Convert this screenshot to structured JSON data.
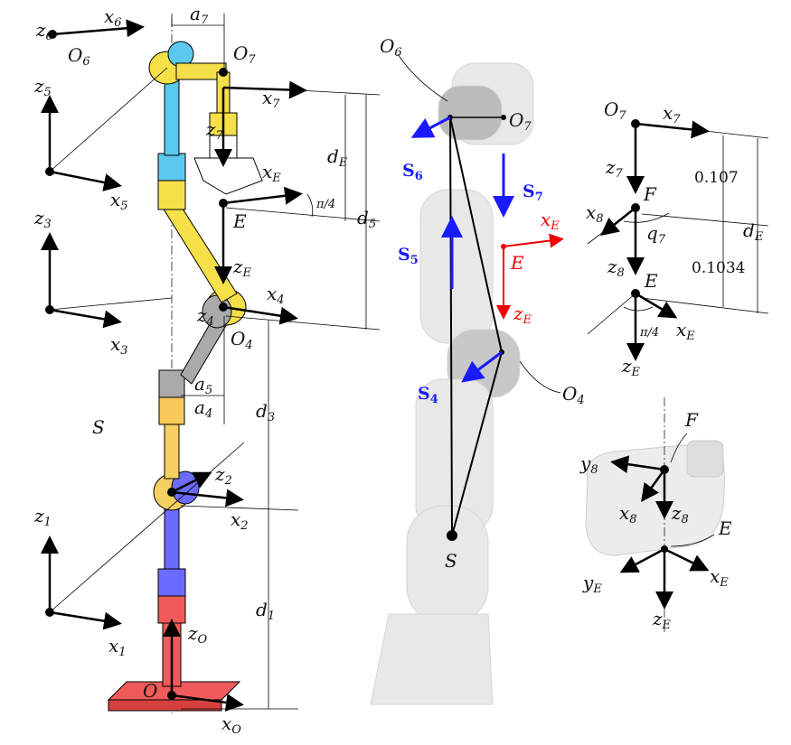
{
  "left": {
    "z6": {
      "b": "z",
      "s": "6"
    },
    "x6": {
      "b": "x",
      "s": "6"
    },
    "a7": {
      "b": "a",
      "s": "7"
    },
    "O6": {
      "b": "O",
      "s": "6"
    },
    "O7": {
      "b": "O",
      "s": "7"
    },
    "z5": {
      "b": "z",
      "s": "5"
    },
    "x7": {
      "b": "x",
      "s": "7"
    },
    "z7": {
      "b": "z",
      "s": "7"
    },
    "xE": {
      "b": "x",
      "s": "E"
    },
    "dE": {
      "b": "d",
      "s": "E"
    },
    "d5": {
      "b": "d",
      "s": "5"
    },
    "pi4": "π/4",
    "E": "E",
    "x5": {
      "b": "x",
      "s": "5"
    },
    "z3": {
      "b": "z",
      "s": "3"
    },
    "zE": {
      "b": "z",
      "s": "E"
    },
    "x4": {
      "b": "x",
      "s": "4"
    },
    "z4": {
      "b": "z",
      "s": "4"
    },
    "x3": {
      "b": "x",
      "s": "3"
    },
    "O4": {
      "b": "O",
      "s": "4"
    },
    "a5": {
      "b": "a",
      "s": "5"
    },
    "a4": {
      "b": "a",
      "s": "4"
    },
    "d3": {
      "b": "d",
      "s": "3"
    },
    "S": "S",
    "z2": {
      "b": "z",
      "s": "2"
    },
    "x2": {
      "b": "x",
      "s": "2"
    },
    "z1": {
      "b": "z",
      "s": "1"
    },
    "d1": {
      "b": "d",
      "s": "1"
    },
    "x1": {
      "b": "x",
      "s": "1"
    },
    "zO": {
      "b": "z",
      "s": "O"
    },
    "O": "O",
    "xO": {
      "b": "x",
      "s": "O"
    }
  },
  "middle": {
    "O6": {
      "b": "O",
      "s": "6"
    },
    "O7": {
      "b": "O",
      "s": "7"
    },
    "S6": {
      "b": "S",
      "s": "6"
    },
    "S7": {
      "b": "S",
      "s": "7"
    },
    "xE": {
      "b": "x",
      "s": "E"
    },
    "E": "E",
    "S5": {
      "b": "S",
      "s": "5"
    },
    "zE": {
      "b": "z",
      "s": "E"
    },
    "S4": {
      "b": "S",
      "s": "4"
    },
    "O4": {
      "b": "O",
      "s": "4"
    },
    "S": "S"
  },
  "right_top": {
    "O7": {
      "b": "O",
      "s": "7"
    },
    "x7": {
      "b": "x",
      "s": "7"
    },
    "z7": {
      "b": "z",
      "s": "7"
    },
    "d1": "0.107",
    "F": "F",
    "x8": {
      "b": "x",
      "s": "8"
    },
    "q7": {
      "b": "q",
      "s": "7"
    },
    "dE": {
      "b": "d",
      "s": "E"
    },
    "z8": {
      "b": "z",
      "s": "8"
    },
    "d2": "0.1034",
    "E": "E",
    "xE": {
      "b": "x",
      "s": "E"
    },
    "pi4": "π/4",
    "zE": {
      "b": "z",
      "s": "E"
    }
  },
  "right_bottom": {
    "F": "F",
    "y8": {
      "b": "y",
      "s": "8"
    },
    "x8": {
      "b": "x",
      "s": "8"
    },
    "z8": {
      "b": "z",
      "s": "8"
    },
    "E": "E",
    "yE": {
      "b": "y",
      "s": "E"
    },
    "xE": {
      "b": "x",
      "s": "E"
    },
    "zE": {
      "b": "z",
      "s": "E"
    }
  },
  "colors": {
    "blue": "#1a1aff",
    "red": "#e00000",
    "yellow": "#f5e04a",
    "cyan": "#5bc8ee",
    "link_blue": "#6b6bff",
    "base_red": "#ef5a5a",
    "grey": "#aaaaaa"
  }
}
